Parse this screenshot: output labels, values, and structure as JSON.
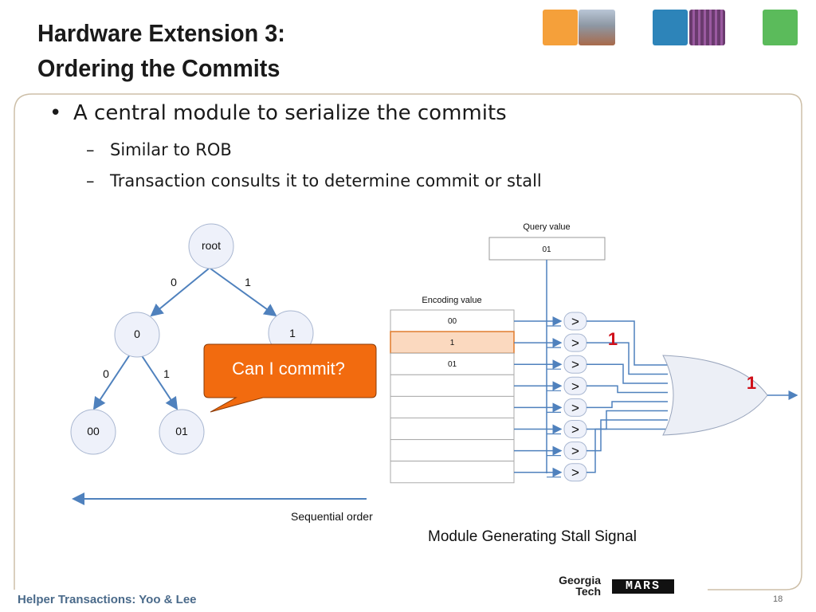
{
  "slide": {
    "title_line1": "Hardware Extension 3:",
    "title_line2": "Ordering the Commits",
    "bullet_main": "A central module to serialize the commits",
    "bullet_marker": "•",
    "sub_marker": "–",
    "sub_bullets": [
      "Similar to ROB",
      "Transaction consults it to determine commit or stall"
    ],
    "footer_left": "Helper Transactions: Yoo & Lee",
    "page_number": "18",
    "caption": "Module Generating Stall Signal",
    "logo_line1": "Georgia",
    "logo_line2": "Tech",
    "logo_mars": "MARS"
  },
  "tree": {
    "root": "root",
    "nodes": [
      "0",
      "1",
      "00",
      "01"
    ],
    "edge_labels": {
      "root_left": "0",
      "root_right": "1",
      "left_left": "0",
      "left_right": "1"
    }
  },
  "callout": "Can I commit?",
  "sequential_order_label": "Sequential order",
  "query": {
    "label": "Query value",
    "value": "01"
  },
  "encoding": {
    "label": "Encoding value",
    "rows": [
      "00",
      "1",
      "01",
      "",
      "",
      "",
      "",
      ""
    ],
    "highlight_index": 1
  },
  "comparator_symbol": ">",
  "comparator_count": 8,
  "signals": {
    "comparator_output": "1",
    "or_output": "1"
  },
  "colors": {
    "callout": "#f26b0f",
    "highlight": "#fbd9bf",
    "wire": "#4f81bd",
    "node_fill": "#eef1fa",
    "signal": "#d0101a"
  }
}
